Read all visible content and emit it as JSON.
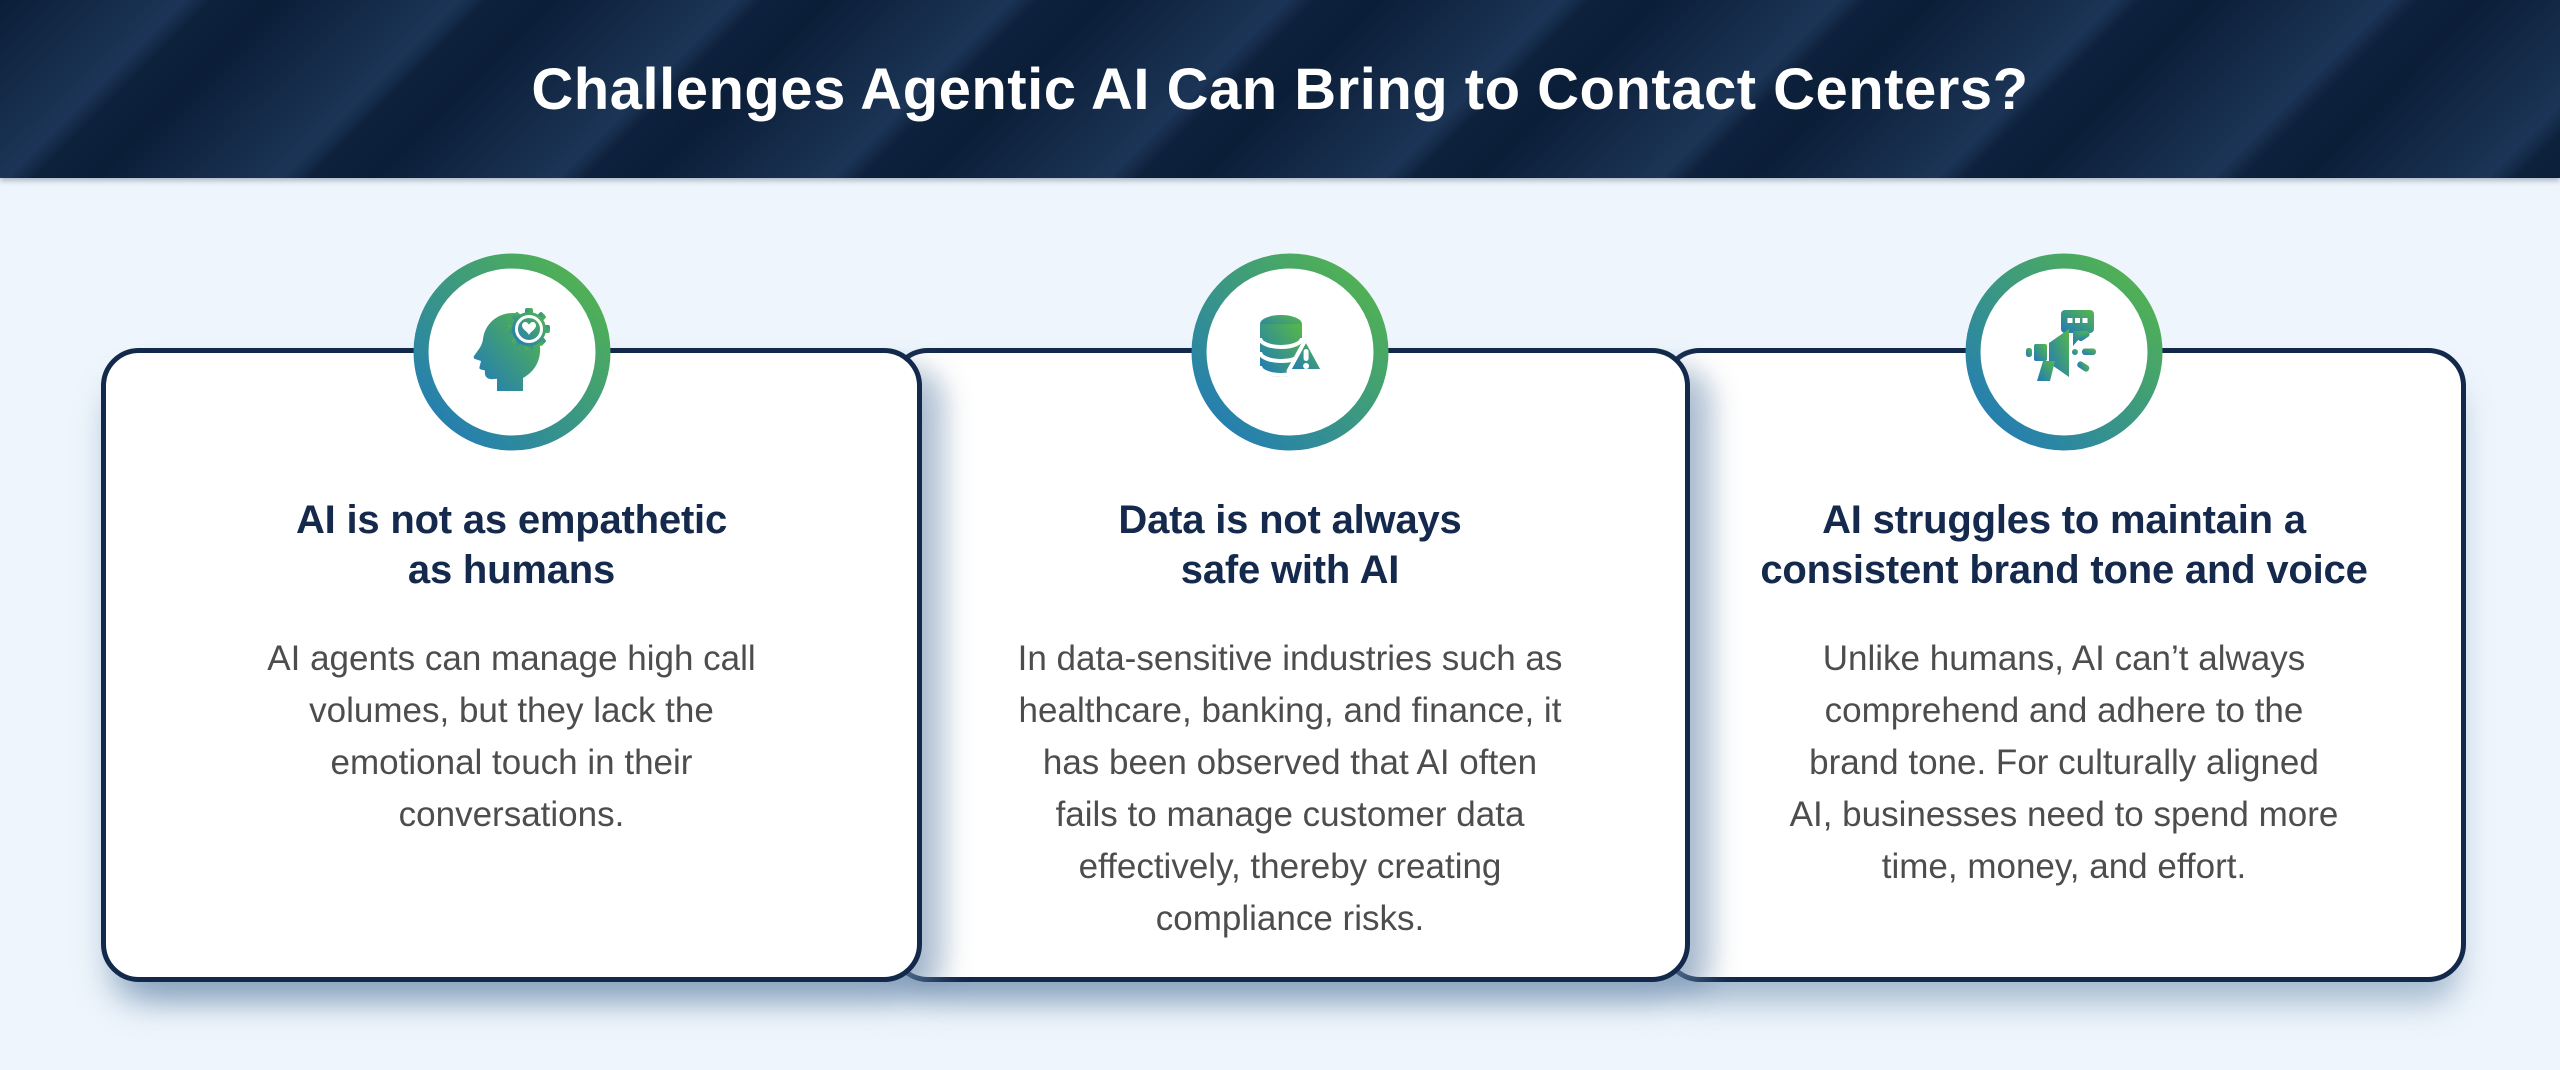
{
  "header": {
    "title": "Challenges Agentic AI Can Bring to Contact Centers?"
  },
  "colors": {
    "banner_bg": "#0b1e38",
    "page_bg": "#eef5fc",
    "card_border": "#13294b",
    "heading_text": "#15294d",
    "body_text": "#4d4d4d",
    "gradient_blue": "#1f78bd",
    "gradient_green": "#57b847",
    "card_bg": "#ffffff"
  },
  "cards": [
    {
      "icon": "empathy-head-gear-heart-icon",
      "title": "AI is not as empathetic\nas humans",
      "body": "AI agents can manage high call\nvolumes, but they lack the\nemotional touch in their\nconversations."
    },
    {
      "icon": "database-warning-icon",
      "title": "Data is not always\nsafe with AI",
      "body": "In data-sensitive industries such as\nhealthcare, banking, and finance, it\nhas been observed that AI often\nfails to manage customer data\neffectively, thereby creating\ncompliance risks."
    },
    {
      "icon": "megaphone-speech-bubble-icon",
      "title": "AI struggles to maintain a\nconsistent brand tone and voice",
      "body": "Unlike humans, AI can’t always\ncomprehend and adhere to the\nbrand tone. For culturally aligned\nAI, businesses need to spend more\ntime, money, and effort."
    }
  ]
}
